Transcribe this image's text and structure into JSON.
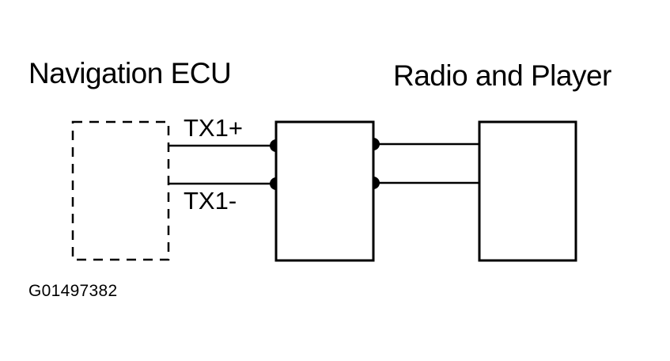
{
  "labels": {
    "left_component": "Navigation ECU",
    "right_component": "Radio and Player",
    "signal_positive": "TX1+",
    "signal_negative": "TX1-",
    "figure_id": "G01497382"
  },
  "colors": {
    "line": "#000000",
    "background": "#ffffff"
  }
}
